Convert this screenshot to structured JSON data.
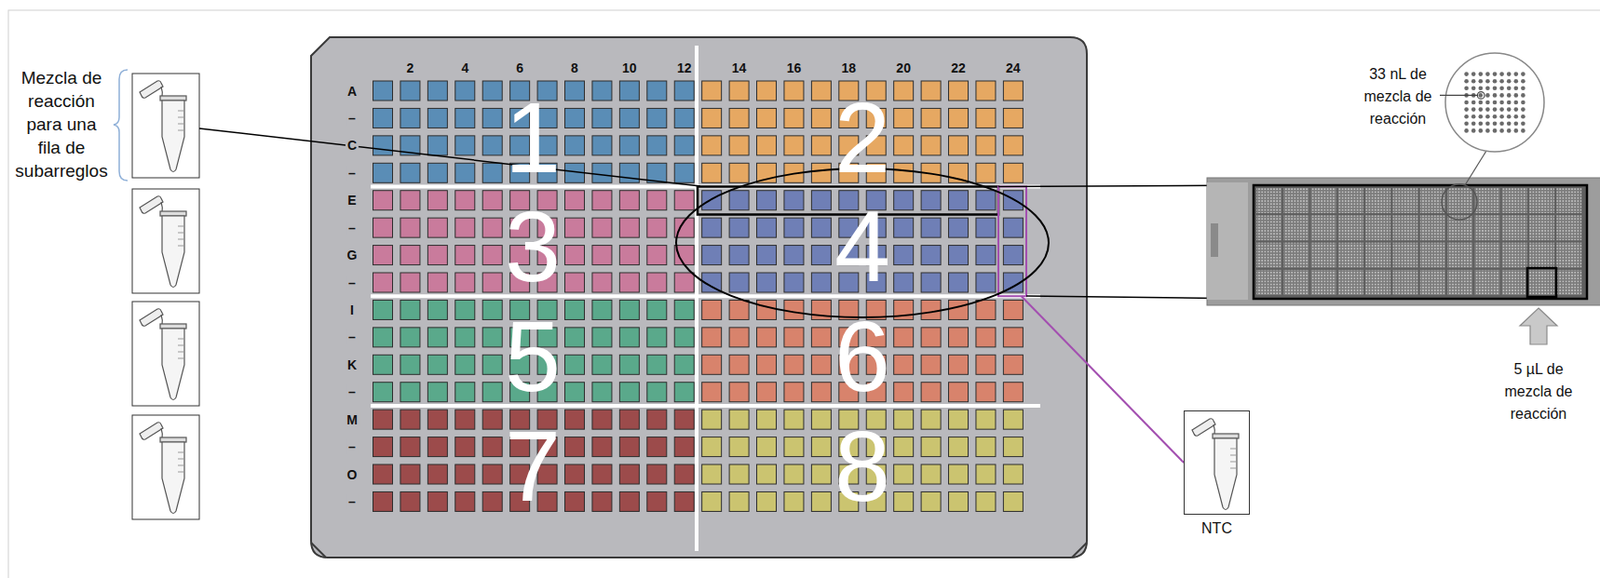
{
  "diagram": {
    "nodes": [
      {
        "text": [
          "1"
        ]
      },
      {
        "text": [
          "2"
        ]
      },
      {
        "text": [
          "3"
        ]
      },
      {
        "text": [
          "4"
        ]
      },
      {
        "text": [
          "5"
        ]
      },
      {
        "text": [
          "6"
        ]
      },
      {
        "text": [
          "7"
        ]
      },
      {
        "text": [
          "8"
        ]
      },
      {
        "text": [
          "NTC"
        ]
      }
    ],
    "edges": [
      {
        "from": 8,
        "to": 3,
        "arrow": "none"
      }
    ],
    "labels": [
      "Mezcla de reacción para una fila de subarreglos",
      "2",
      "4",
      "6",
      "8",
      "10",
      "12",
      "14",
      "16",
      "18",
      "20",
      "22",
      "24",
      "A",
      "–",
      "C",
      "–",
      "E",
      "–",
      "G",
      "–",
      "I",
      "–",
      "K",
      "–",
      "M",
      "–",
      "O",
      "–",
      "33 nL de mezcla de reacción",
      "5 µL de mezcla de reacción"
    ]
  }
}
